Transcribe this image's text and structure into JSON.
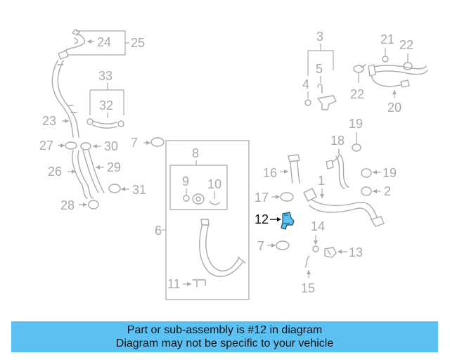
{
  "diagram": {
    "callouts": {
      "n1": "1",
      "n2": "2",
      "n3": "3",
      "n4": "4",
      "n5": "5",
      "n6": "6",
      "n7a": "7",
      "n7b": "7",
      "n8": "8",
      "n9": "9",
      "n10": "10",
      "n11": "11",
      "n12": "12",
      "n13": "13",
      "n14": "14",
      "n15": "15",
      "n16": "16",
      "n17": "17",
      "n18": "18",
      "n19a": "19",
      "n19b": "19",
      "n20": "20",
      "n21": "21",
      "n22a": "22",
      "n22b": "22",
      "n23": "23",
      "n24": "24",
      "n25": "25",
      "n26": "26",
      "n27": "27",
      "n28": "28",
      "n29": "29",
      "n30": "30",
      "n31": "31",
      "n32": "32",
      "n33": "33"
    },
    "highlight_color": "#5bc0f2"
  },
  "banner": {
    "line1": "Part or sub-assembly is #12 in diagram",
    "line2": "Diagram may not be specific to your vehicle",
    "background": "#5bc0f2"
  }
}
